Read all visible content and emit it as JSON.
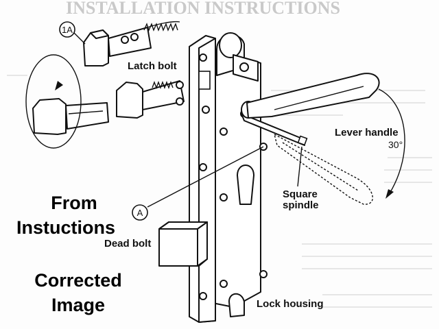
{
  "header_faint": "INSTALLATION INSTRUCTIONS",
  "labels": {
    "latch_bolt": "Latch bolt",
    "lever_handle": "Lever handle",
    "angle": "30°",
    "square_spindle_line1": "Square",
    "square_spindle_line2": "spindle",
    "dead_bolt": "Dead bolt",
    "lock_housing": "Lock housing",
    "callout_1a": "1A",
    "callout_a": "A"
  },
  "overlay": {
    "line1": "From",
    "line2": "Instuctions",
    "line3": "Corrected",
    "line4": "Image"
  },
  "icons": [
    "latch-bolt-icon",
    "rotation-arrow-icon",
    "lock-body-icon",
    "lever-handle-icon",
    "dead-bolt-icon"
  ]
}
